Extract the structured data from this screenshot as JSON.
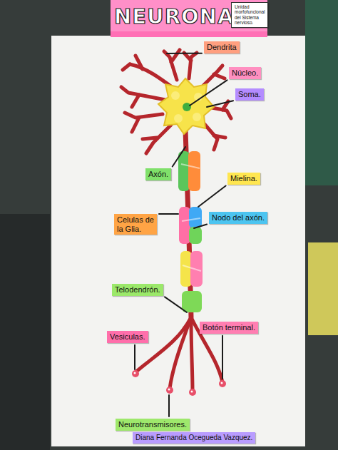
{
  "diagram": {
    "title": "NEURONA",
    "nodes": [
      {
        "text": [
          "Unidad morfofuncional del Sistema nervioso."
        ]
      },
      {
        "text": [
          "Dendrita"
        ]
      },
      {
        "text": [
          "Núcleo."
        ]
      },
      {
        "text": [
          "Soma."
        ]
      },
      {
        "text": [
          "Axón."
        ]
      },
      {
        "text": [
          "Mielina."
        ]
      },
      {
        "text": [
          "Celulas de la Glia."
        ]
      },
      {
        "text": [
          "Nodo del axón."
        ]
      },
      {
        "text": [
          "Telodendrón."
        ]
      },
      {
        "text": [
          "Botón terminal."
        ]
      },
      {
        "text": [
          "Vesiculas."
        ]
      },
      {
        "text": [
          "Neurotransmisores."
        ]
      },
      {
        "text": [
          "Diana Fernanda Ocegueda Vazquez."
        ]
      }
    ]
  }
}
